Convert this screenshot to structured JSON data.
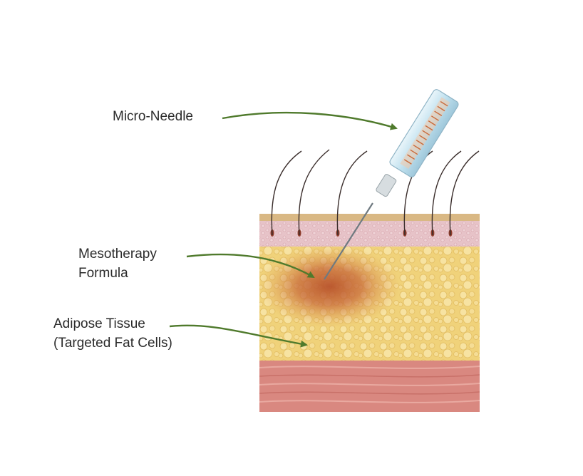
{
  "labels": {
    "micro_needle": "Micro-Needle",
    "mesotherapy_line1": "Mesotherapy",
    "mesotherapy_line2": "Formula",
    "adipose_line1": "Adipose Tissue",
    "adipose_line2": "(Targeted Fat Cells)"
  },
  "colors": {
    "arrow": "#4f7a2c",
    "epidermis": "#d9b884",
    "dermis": "#e7c3c8",
    "fat": "#f0d27a",
    "muscle": "#d98880",
    "formula": "#c45f2c",
    "hair": "#3a2d2b",
    "syringe_barrel": "#bfe0ee",
    "syringe_marks": "#c96a3a"
  }
}
